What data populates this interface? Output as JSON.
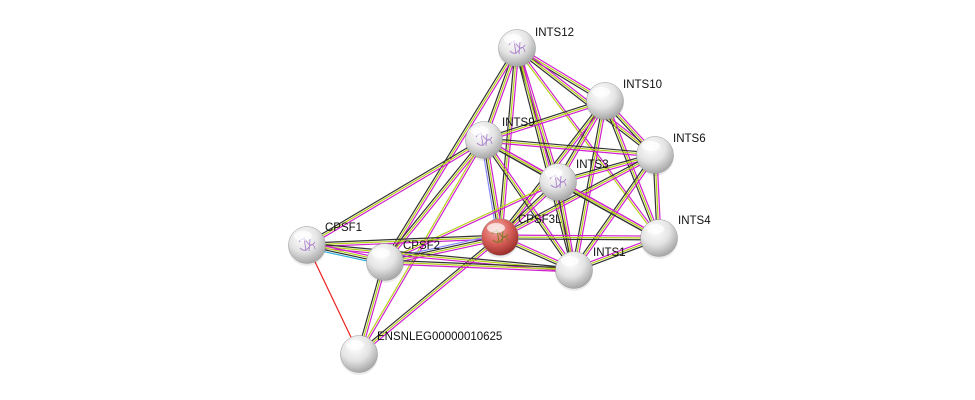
{
  "network": {
    "nodes": [
      {
        "id": "INTS12",
        "label": "INTS12",
        "color": "#e8e8e8",
        "structure": true
      },
      {
        "id": "INTS10",
        "label": "INTS10",
        "color": "#e8e8e8",
        "structure": false
      },
      {
        "id": "INTS6",
        "label": "INTS6",
        "color": "#e8e8e8",
        "structure": false
      },
      {
        "id": "INTS9",
        "label": "INTS9",
        "color": "#e8e8e8",
        "structure": true
      },
      {
        "id": "INTS3",
        "label": "INTS3",
        "color": "#e8e8e8",
        "structure": true
      },
      {
        "id": "CPSF3L",
        "label": "CPSF3L",
        "color": "#d9605a",
        "structure": true
      },
      {
        "id": "INTS4",
        "label": "INTS4",
        "color": "#e8e8e8",
        "structure": false
      },
      {
        "id": "INTS1",
        "label": "INTS1",
        "color": "#e8e8e8",
        "structure": false
      },
      {
        "id": "CPSF1",
        "label": "CPSF1",
        "color": "#e8e8e8",
        "structure": true
      },
      {
        "id": "CPSF2",
        "label": "CPSF2",
        "color": "#e8e8e8",
        "structure": false
      },
      {
        "id": "ENSNLEG00000010625",
        "label": "ENSNLEG00000010625",
        "color": "#e8e8e8",
        "structure": false
      }
    ],
    "evidence_colors": {
      "textmining": "#b5d118",
      "experiments": "#d020d0",
      "coexpression": "#333333",
      "database": "#2ab0d8",
      "homology": "#8888ff",
      "fusion": "#ee2020"
    },
    "edges": [
      [
        "INTS12",
        "INTS10",
        [
          "experiments",
          "textmining",
          "coexpression"
        ]
      ],
      [
        "INTS12",
        "INTS6",
        [
          "experiments",
          "textmining",
          "coexpression"
        ]
      ],
      [
        "INTS12",
        "INTS9",
        [
          "experiments",
          "textmining",
          "coexpression"
        ]
      ],
      [
        "INTS12",
        "INTS3",
        [
          "experiments",
          "textmining",
          "coexpression"
        ]
      ],
      [
        "INTS12",
        "CPSF3L",
        [
          "experiments",
          "textmining",
          "coexpression"
        ]
      ],
      [
        "INTS12",
        "INTS1",
        [
          "experiments",
          "textmining",
          "coexpression"
        ]
      ],
      [
        "INTS12",
        "INTS4",
        [
          "experiments",
          "textmining"
        ]
      ],
      [
        "INTS12",
        "CPSF2",
        [
          "experiments",
          "textmining",
          "coexpression"
        ]
      ],
      [
        "INTS10",
        "INTS6",
        [
          "experiments",
          "textmining",
          "coexpression"
        ]
      ],
      [
        "INTS10",
        "INTS9",
        [
          "experiments",
          "textmining",
          "coexpression"
        ]
      ],
      [
        "INTS10",
        "INTS3",
        [
          "experiments",
          "textmining",
          "coexpression"
        ]
      ],
      [
        "INTS10",
        "CPSF3L",
        [
          "experiments",
          "textmining",
          "coexpression"
        ]
      ],
      [
        "INTS10",
        "INTS1",
        [
          "experiments",
          "textmining",
          "coexpression"
        ]
      ],
      [
        "INTS10",
        "INTS4",
        [
          "experiments",
          "textmining",
          "coexpression"
        ]
      ],
      [
        "INTS6",
        "INTS9",
        [
          "experiments",
          "textmining",
          "coexpression"
        ]
      ],
      [
        "INTS6",
        "INTS3",
        [
          "experiments",
          "textmining",
          "coexpression"
        ]
      ],
      [
        "INTS6",
        "CPSF3L",
        [
          "experiments",
          "textmining",
          "coexpression"
        ]
      ],
      [
        "INTS6",
        "INTS1",
        [
          "experiments",
          "textmining",
          "coexpression"
        ]
      ],
      [
        "INTS6",
        "INTS4",
        [
          "experiments",
          "textmining",
          "coexpression"
        ]
      ],
      [
        "INTS9",
        "INTS3",
        [
          "experiments",
          "textmining",
          "coexpression"
        ]
      ],
      [
        "INTS9",
        "CPSF3L",
        [
          "experiments",
          "textmining",
          "coexpression",
          "homology"
        ]
      ],
      [
        "INTS9",
        "INTS1",
        [
          "experiments",
          "textmining",
          "coexpression"
        ]
      ],
      [
        "INTS9",
        "INTS4",
        [
          "experiments",
          "textmining",
          "coexpression"
        ]
      ],
      [
        "INTS9",
        "CPSF1",
        [
          "experiments",
          "textmining",
          "coexpression"
        ]
      ],
      [
        "INTS9",
        "CPSF2",
        [
          "experiments",
          "textmining",
          "coexpression"
        ]
      ],
      [
        "INTS9",
        "ENSNLEG00000010625",
        [
          "experiments",
          "textmining"
        ]
      ],
      [
        "INTS3",
        "CPSF3L",
        [
          "experiments",
          "textmining",
          "coexpression"
        ]
      ],
      [
        "INTS3",
        "INTS1",
        [
          "experiments",
          "textmining",
          "coexpression"
        ]
      ],
      [
        "INTS3",
        "INTS4",
        [
          "experiments",
          "textmining",
          "coexpression"
        ]
      ],
      [
        "INTS3",
        "CPSF2",
        [
          "experiments",
          "textmining"
        ]
      ],
      [
        "CPSF3L",
        "INTS1",
        [
          "experiments",
          "textmining",
          "coexpression"
        ]
      ],
      [
        "CPSF3L",
        "INTS4",
        [
          "experiments",
          "textmining",
          "coexpression"
        ]
      ],
      [
        "CPSF3L",
        "CPSF1",
        [
          "experiments",
          "textmining",
          "coexpression"
        ]
      ],
      [
        "CPSF3L",
        "CPSF2",
        [
          "experiments",
          "textmining",
          "coexpression",
          "homology"
        ]
      ],
      [
        "CPSF3L",
        "ENSNLEG00000010625",
        [
          "experiments",
          "textmining",
          "coexpression"
        ]
      ],
      [
        "INTS1",
        "INTS4",
        [
          "experiments",
          "textmining",
          "coexpression"
        ]
      ],
      [
        "INTS1",
        "CPSF1",
        [
          "experiments",
          "textmining",
          "coexpression"
        ]
      ],
      [
        "INTS1",
        "CPSF2",
        [
          "experiments",
          "textmining",
          "coexpression"
        ]
      ],
      [
        "CPSF1",
        "CPSF2",
        [
          "experiments",
          "textmining",
          "coexpression",
          "database"
        ]
      ],
      [
        "CPSF1",
        "ENSNLEG00000010625",
        [
          "fusion"
        ]
      ],
      [
        "CPSF2",
        "ENSNLEG00000010625",
        [
          "experiments",
          "textmining",
          "coexpression"
        ]
      ]
    ]
  }
}
